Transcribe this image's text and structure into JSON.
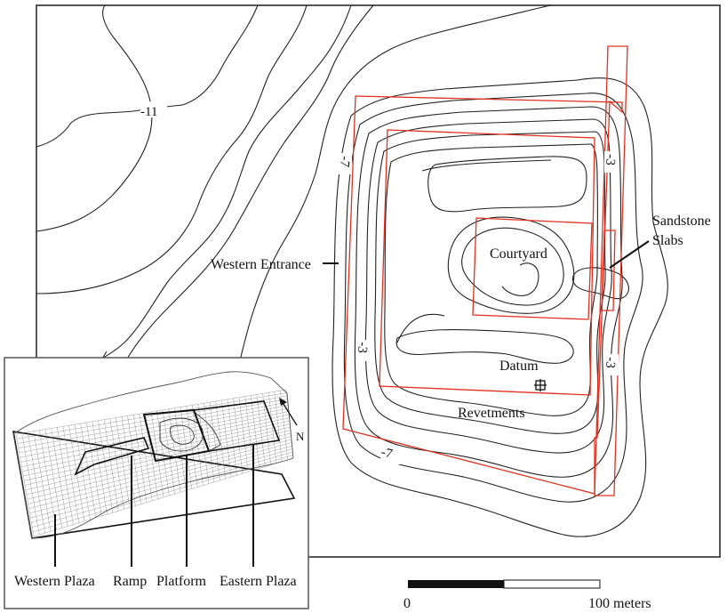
{
  "features": {
    "western_entrance": "Western Entrance",
    "sandstone_slabs_line1": "Sandstone",
    "sandstone_slabs_line2": "Slabs",
    "courtyard": "Courtyard",
    "datum": "Datum",
    "revetments": "Revetments"
  },
  "contours": {
    "c_minus_11": "-11",
    "c_minus_7_top": "-7",
    "c_minus_7_bottom": "-7",
    "c_minus_3_right_top": "-3",
    "c_minus_3_right_bottom": "-3",
    "c_minus_3_left": "-3"
  },
  "scale_bar": {
    "start_label": "0",
    "end_label": "100 meters"
  },
  "inset": {
    "north_label": "N",
    "western_plaza": "Western Plaza",
    "ramp": "Ramp",
    "platform": "Platform",
    "eastern_plaza": "Eastern Plaza"
  },
  "colors": {
    "excavation_units": "#e2301f",
    "contours": "#222222"
  }
}
